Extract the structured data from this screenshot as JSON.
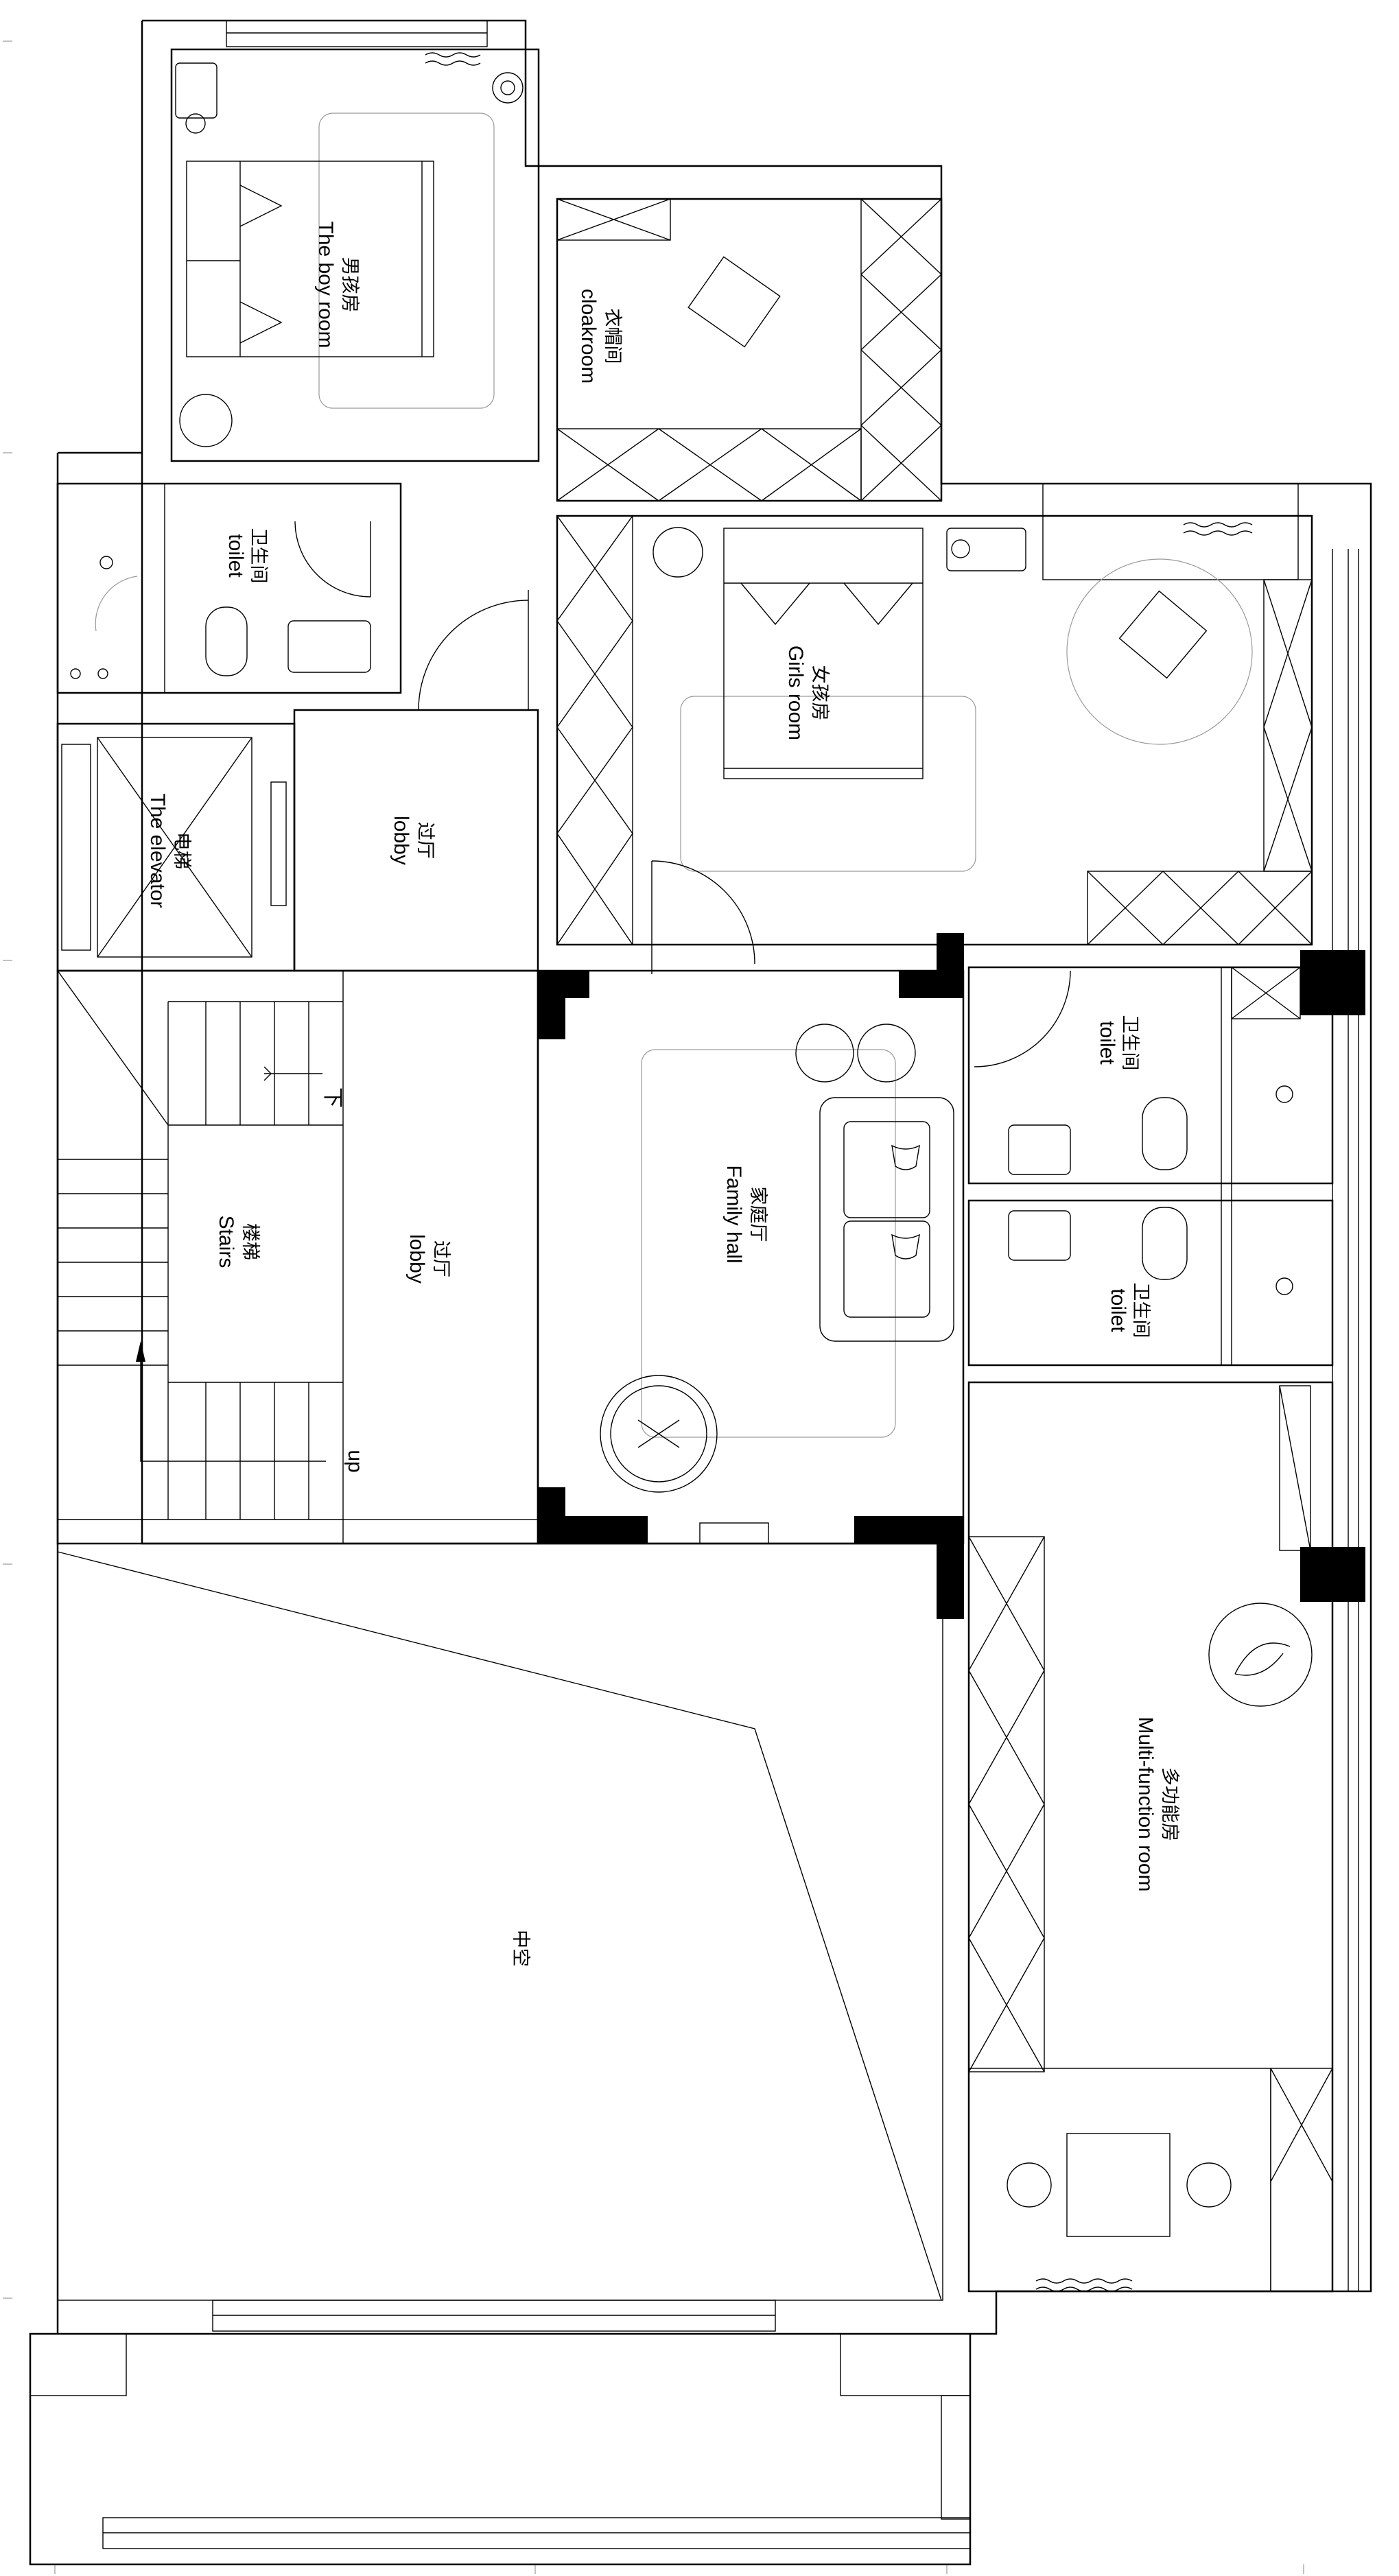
{
  "rooms": {
    "boy_room": {
      "cn": "男孩房",
      "en": "The boy room"
    },
    "cloakroom": {
      "cn": "衣帽间",
      "en": "cloakroom"
    },
    "toilet_nw": {
      "cn": "卫生间",
      "en": "toilet"
    },
    "girls_room": {
      "cn": "女孩房",
      "en": "Girls room"
    },
    "elevator": {
      "cn": "电梯",
      "en": "The elevator"
    },
    "lobby_upper": {
      "cn": "过厅",
      "en": "lobby"
    },
    "lobby_lower": {
      "cn": "过厅",
      "en": "lobby"
    },
    "stairs": {
      "cn": "楼梯",
      "en": "Stairs"
    },
    "family_hall": {
      "cn": "家庭厅",
      "en": "Family hall"
    },
    "toilet_e1": {
      "cn": "卫生间",
      "en": "toilet"
    },
    "toilet_e2": {
      "cn": "卫生间",
      "en": "toilet"
    },
    "void": {
      "cn": "中空"
    },
    "multi_function": {
      "cn": "多功能房",
      "en": "Multi-function room"
    }
  },
  "stair_marks": {
    "down": "下",
    "up": "up"
  }
}
